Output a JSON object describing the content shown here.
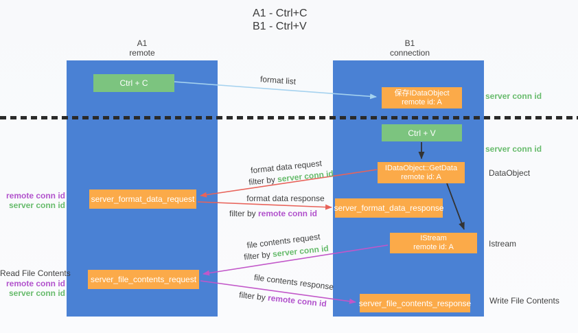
{
  "title": {
    "line1": "A1 - Ctrl+C",
    "line2": "B1 - Ctrl+V"
  },
  "lifelines": {
    "left": {
      "id": "A1",
      "role": "remote"
    },
    "right": {
      "id": "B1",
      "role": "connection"
    }
  },
  "boxes": {
    "ctrl_c": {
      "label": "Ctrl + C"
    },
    "save_dataobject": {
      "line1": "保存IDataObject",
      "line2": "remote id: A"
    },
    "ctrl_v": {
      "label": "Ctrl + V"
    },
    "getdata": {
      "line1": "IDataObject::GetData",
      "line2": "remote id: A"
    },
    "format_request": {
      "label": "server_format_data_request"
    },
    "format_response": {
      "label": "server_format_data_response"
    },
    "istream": {
      "line1": "IStream",
      "line2": "remote id: A"
    },
    "file_request": {
      "label": "server_file_contents_request"
    },
    "file_response": {
      "label": "server_file_contents_response"
    }
  },
  "arrow_labels": {
    "format_list": "format list",
    "format_data_request": "format data request",
    "format_data_response": "format data response",
    "file_contents_request": "file contents request",
    "file_contents_response": "file contents response",
    "filter_by": "filter by ",
    "server_conn_id": "server conn id",
    "remote_conn_id": "remote conn id"
  },
  "side_labels": {
    "right_server_conn_id_top": "server conn id",
    "right_server_conn_id_mid": "server conn id",
    "dataobject": "DataObject",
    "istream": "Istream",
    "write_file_contents": "Write File Contents",
    "left_remote_conn_id_top": "remote conn id",
    "left_server_conn_id_top": "server conn id",
    "read_file_contents": "Read File Contents",
    "left_remote_conn_id_bottom": "remote conn id",
    "left_server_conn_id_bottom": "server conn id"
  },
  "colors": {
    "panel_blue": "#4a81d4",
    "box_green": "#7cc47f",
    "box_orange": "#fbaa49",
    "arrow_blue": "#a5d2ef",
    "arrow_red": "#e8635a",
    "arrow_magenta": "#c257c9",
    "text_green": "#67bb6c",
    "text_purple": "#b152cc",
    "text_dark": "#3f3f3f"
  }
}
